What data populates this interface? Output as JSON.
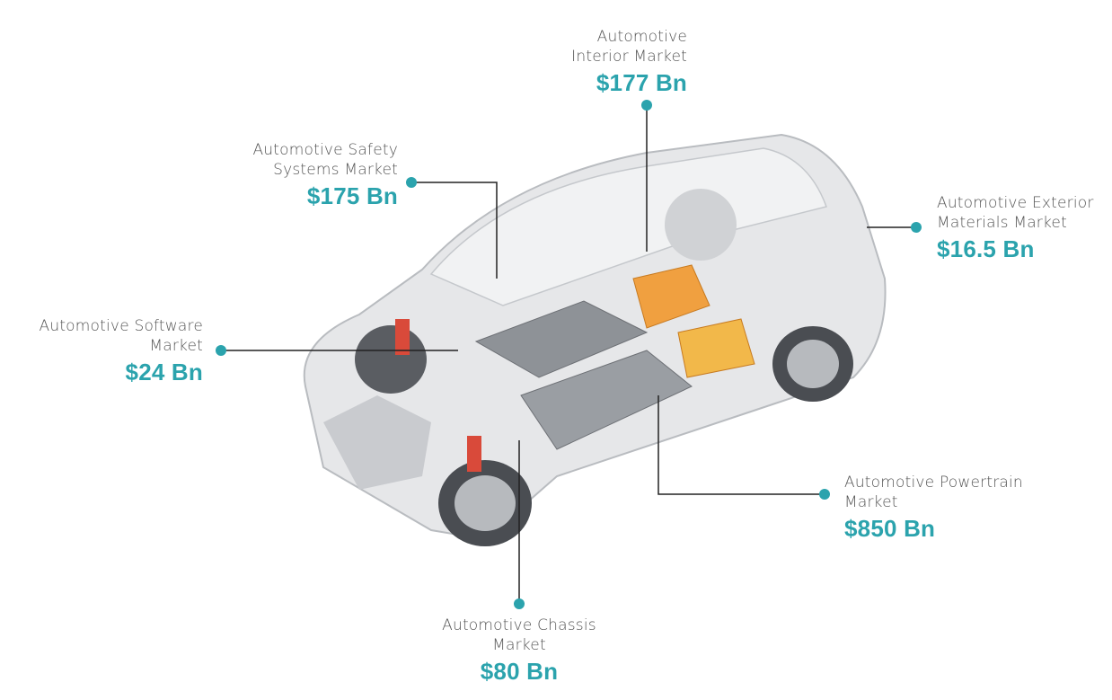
{
  "accent_color": "#2ba3ad",
  "callouts": {
    "interior": {
      "line1": "Automotive",
      "line2": "Interior Market",
      "value": "$177 Bn"
    },
    "safety": {
      "line1": "Automotive Safety",
      "line2": "Systems Market",
      "value": "$175 Bn"
    },
    "exterior": {
      "line1": "Automotive Exterior",
      "line2": "Materials Market",
      "value": "$16.5 Bn"
    },
    "software": {
      "line1": "Automotive Software",
      "line2": "Market",
      "value": "$24 Bn"
    },
    "powertrain": {
      "line1": "Automotive Powertrain",
      "line2": "Market",
      "value": "$850 Bn"
    },
    "chassis": {
      "line1": "Automotive Chassis",
      "line2": "Market",
      "value": "$80 Bn"
    }
  }
}
